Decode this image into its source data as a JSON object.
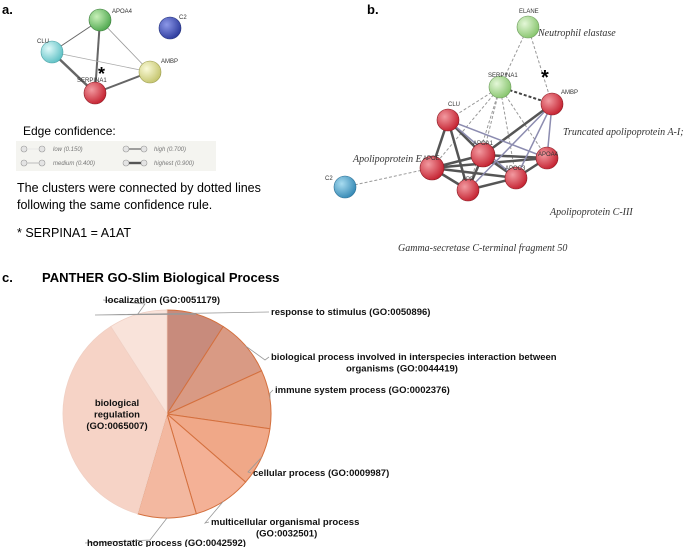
{
  "panel_a": {
    "letter": "a.",
    "nodes": [
      {
        "id": "APOA4",
        "color": "#5cb85c"
      },
      {
        "id": "C2",
        "color": "#3a4bb0"
      },
      {
        "id": "CLU",
        "color": "#7fd6d6"
      },
      {
        "id": "AMBP",
        "color": "#dada8a"
      },
      {
        "id": "SERPINA1",
        "color": "#d9394a"
      }
    ],
    "star": "*",
    "legend": {
      "title": "Edge confidence:",
      "items": [
        "low (0.150)",
        "high (0.700)",
        "medium (0.400)",
        "highest (0.900)"
      ]
    },
    "note1": "The clusters were connected by dotted lines following the same confidence rule.",
    "note2": "* SERPINA1 = A1AT"
  },
  "panel_b": {
    "letter": "b.",
    "nodes": [
      {
        "id": "ELANE",
        "color": "#9fd68a"
      },
      {
        "id": "SERPINA1",
        "color": "#9fd68a"
      },
      {
        "id": "AMBP",
        "color": "#d9394a"
      },
      {
        "id": "CLU",
        "color": "#d9394a"
      },
      {
        "id": "APOA1",
        "color": "#d9394a"
      },
      {
        "id": "APOE",
        "color": "#d9394a"
      },
      {
        "id": "APOA4",
        "color": "#d9394a"
      },
      {
        "id": "APOC3",
        "color": "#d9394a"
      },
      {
        "id": "APP",
        "color": "#d9394a"
      },
      {
        "id": "C2",
        "color": "#4a9ec8"
      }
    ],
    "star": "*",
    "annotations": [
      "Neutrophil elastase",
      "Truncated apolipoprotein A-I;",
      "Apolipoprotein E",
      "Apolipoprotein C-III",
      "Gamma-secretase C-terminal fragment 50"
    ]
  },
  "panel_c": {
    "letter": "c.",
    "title": "PANTHER GO-Slim Biological Process"
  },
  "chart_data": {
    "type": "pie",
    "title": "PANTHER GO-Slim Biological Process",
    "slices": [
      {
        "label": "response to stimulus (GO:0050896)",
        "value": 1,
        "color": "#c88b7c"
      },
      {
        "label": "biological process involved in interspecies interaction between organisms (GO:0044419)",
        "value": 1,
        "color": "#d99a84"
      },
      {
        "label": "immune system process (GO:0002376)",
        "value": 1,
        "color": "#e7a282"
      },
      {
        "label": "cellular process (GO:0009987)",
        "value": 1,
        "color": "#f0a888"
      },
      {
        "label": "multicellular organismal process (GO:0032501)",
        "value": 1,
        "color": "#f4b196"
      },
      {
        "label": "homeostatic process (GO:0042592)",
        "value": 1,
        "color": "#f3b8a0"
      },
      {
        "label": "biological regulation (GO:0065007)",
        "value": 4,
        "color": "#f6d3c6"
      },
      {
        "label": "localization (GO:0051179)",
        "value": 1,
        "color": "#f9e3da"
      }
    ],
    "start_slice": "response to stimulus (GO:0050896)",
    "direction": "clockwise from 12 o'clock"
  }
}
